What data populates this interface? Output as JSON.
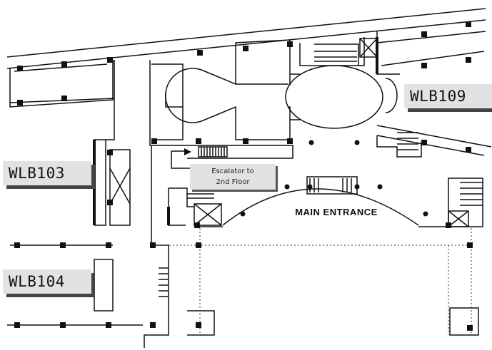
{
  "rooms": {
    "wlb103": "WLB103",
    "wlb104": "WLB104",
    "wlb109": "WLB109"
  },
  "escalator": {
    "line1": "Escalator to",
    "line2": "2nd Floor"
  },
  "entrance": "MAIN ENTRANCE"
}
